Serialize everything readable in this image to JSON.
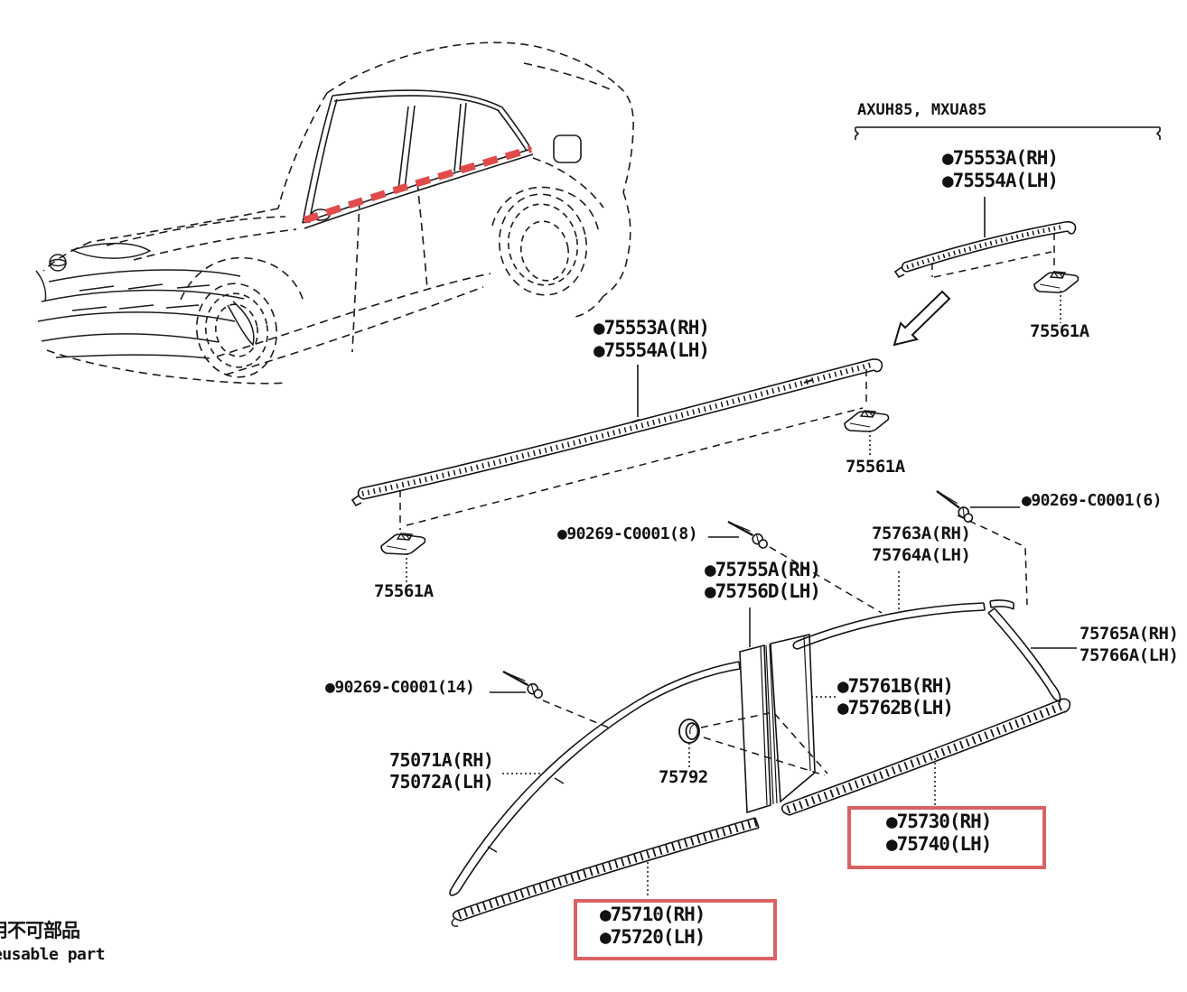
{
  "header": {
    "model_codes": "AXUH85, MXUA85"
  },
  "note": {
    "jp": "用不可部品",
    "en": "eusable part"
  },
  "colors": {
    "ink": "#141414",
    "highlight_red": "#e14b4b",
    "selection_box_red": "#d96363"
  },
  "callouts": {
    "belt_upper_rh": "●75553A(RH)",
    "belt_upper_lh": "●75554A(LH)",
    "clip": "75561A",
    "screw_x8": "●90269-C0001(8)",
    "screw_x6": "●90269-C0001(6)",
    "screw_x14": "●90269-C0001(14)",
    "quarter_upper_rh": "●75755A(RH)",
    "quarter_upper_lh": "●75756D(LH)",
    "frame_rear_rh": "75763A(RH)",
    "frame_rear_lh": "75764A(LH)",
    "sail_rh": "75765A(RH)",
    "sail_lh": "75766A(LH)",
    "pillar_rh": "●75761B(RH)",
    "pillar_lh": "●75762B(LH)",
    "frame_front_rh": "75071A(RH)",
    "frame_front_lh": "75072A(LH)",
    "grommet": "75792",
    "belt_rear_rh": "●75730(RH)",
    "belt_rear_lh": "●75740(LH)",
    "belt_front_rh": "●75710(RH)",
    "belt_front_lh": "●75720(LH)"
  }
}
